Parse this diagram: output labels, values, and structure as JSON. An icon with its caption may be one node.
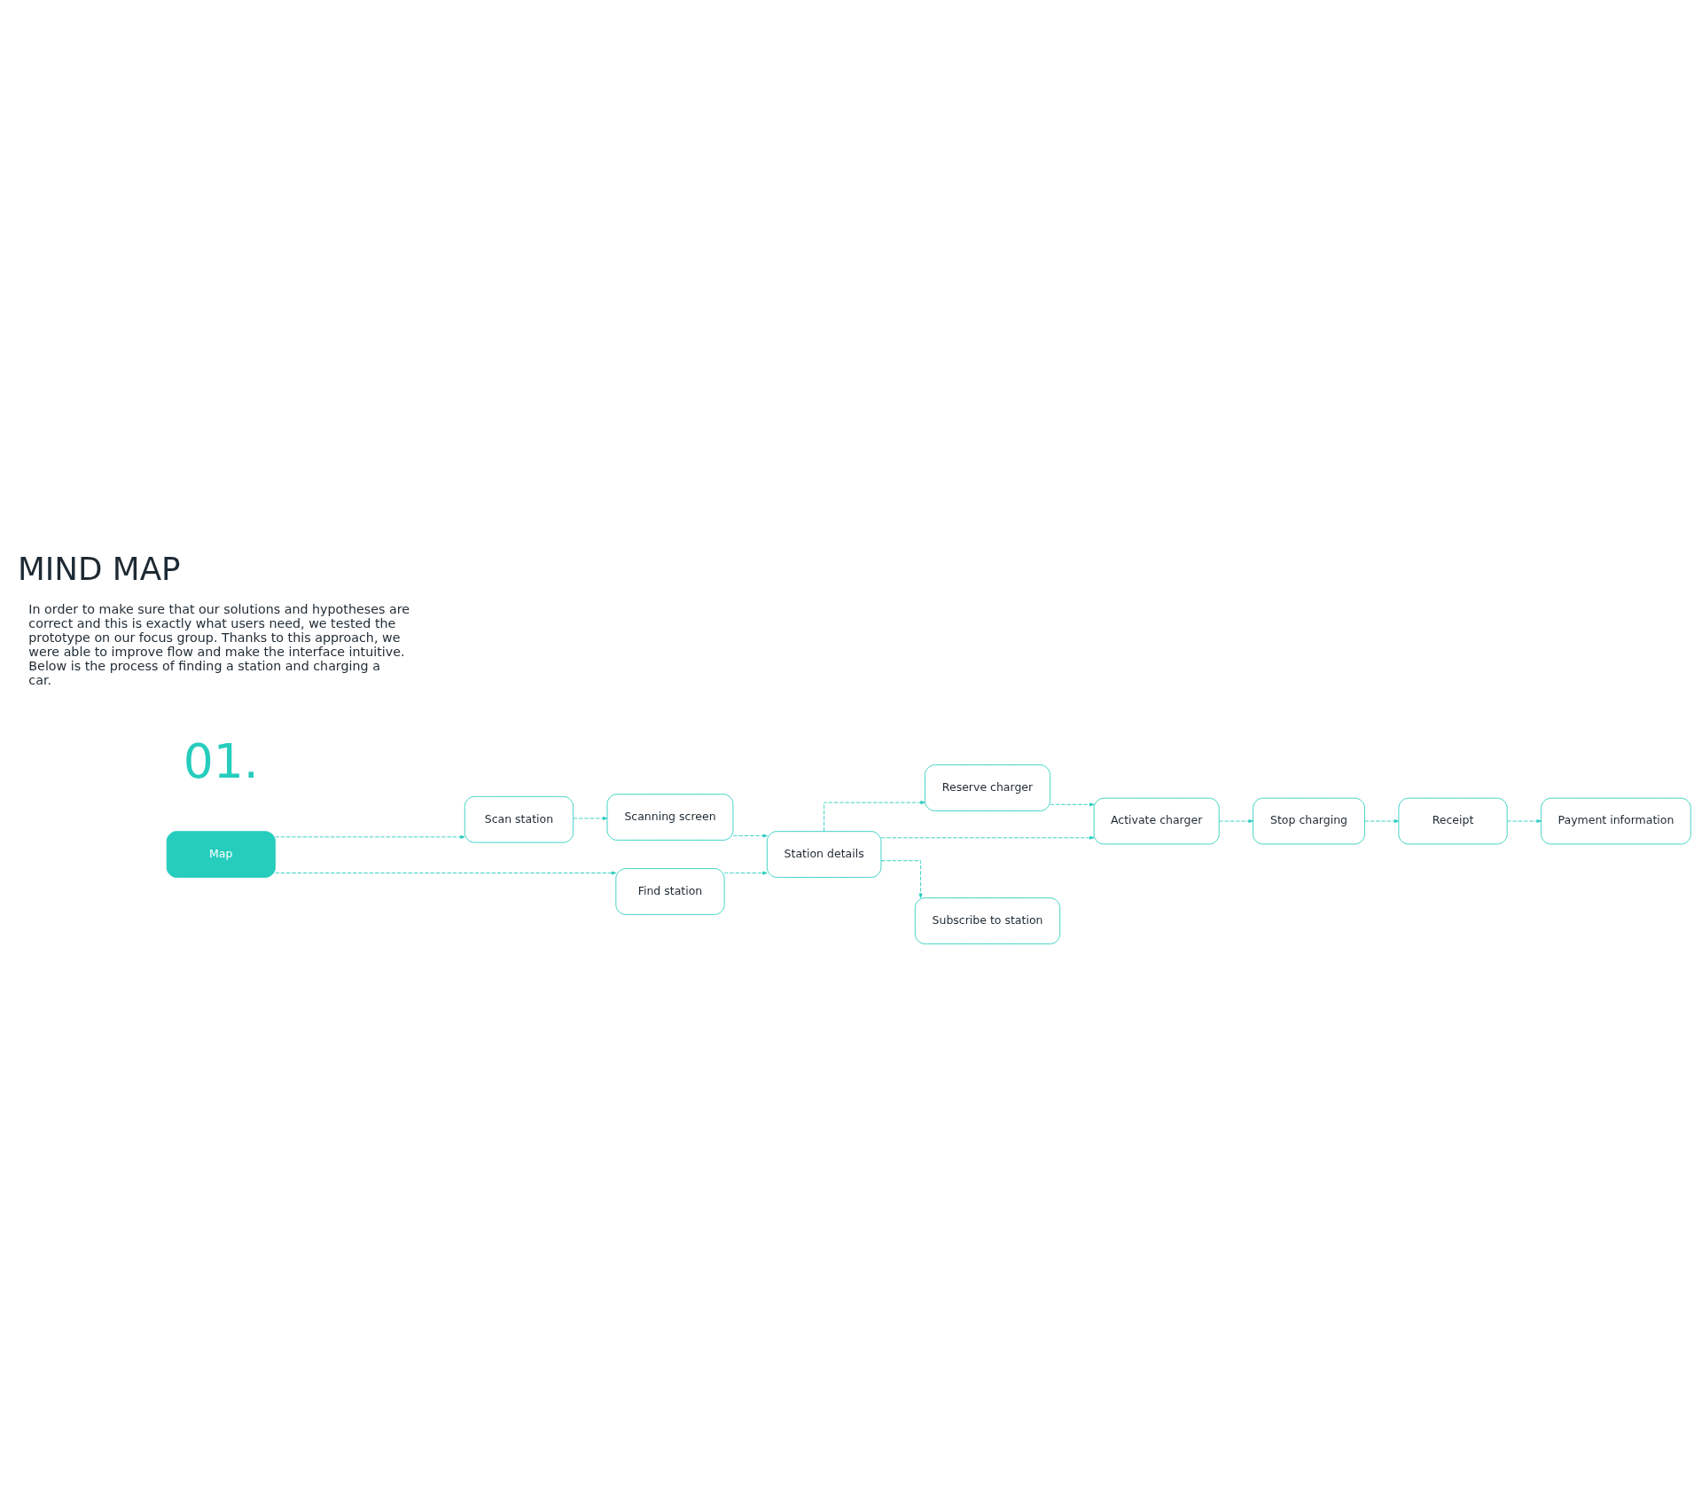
{
  "diagram": {
    "title": "MIND MAP",
    "nodes": [
      {
        "text": [
          "Map"
        ]
      },
      {
        "text": [
          "Scan station"
        ]
      },
      {
        "text": [
          "Scanning screen"
        ]
      },
      {
        "text": [
          "Reserve charger"
        ]
      },
      {
        "text": [
          "Station details"
        ]
      },
      {
        "text": [
          "Activate charger"
        ]
      },
      {
        "text": [
          "Stop charging"
        ]
      },
      {
        "text": [
          "Receipt"
        ]
      },
      {
        "text": [
          "Payment information"
        ]
      },
      {
        "text": [
          "Subscribe to station"
        ]
      },
      {
        "text": [
          "Find station"
        ]
      }
    ],
    "edges": [
      {
        "from": 0,
        "to": 1,
        "arrow": "to",
        "style": "dashed"
      },
      {
        "from": 0,
        "to": 10,
        "arrow": "to",
        "style": "dashed"
      },
      {
        "from": 1,
        "to": 2,
        "arrow": "to",
        "style": "dashed"
      },
      {
        "from": 2,
        "to": 4,
        "arrow": "to",
        "style": "dashed"
      },
      {
        "from": 10,
        "to": 4,
        "arrow": "to",
        "style": "dashed"
      },
      {
        "from": 4,
        "to": 3,
        "arrow": "to",
        "style": "dashed"
      },
      {
        "from": 4,
        "to": 5,
        "arrow": "to",
        "style": "dashed"
      },
      {
        "from": 4,
        "to": 9,
        "arrow": "to",
        "style": "dashed"
      },
      {
        "from": 3,
        "to": 5,
        "arrow": "to",
        "style": "dashed"
      },
      {
        "from": 5,
        "to": 6,
        "arrow": "to",
        "style": "dashed"
      },
      {
        "from": 6,
        "to": 7,
        "arrow": "to",
        "style": "dashed"
      },
      {
        "from": 7,
        "to": 8,
        "arrow": "to",
        "style": "dashed"
      }
    ],
    "labels": [
      "01.",
      "In order to make sure that our solutions and hypotheses are correct and this is exactly what users need, we tested the prototype on our focus group. Thanks to this approach, we were able to improve flow and make the interface intuitive. Below is the process of finding a station and charging a car."
    ]
  }
}
